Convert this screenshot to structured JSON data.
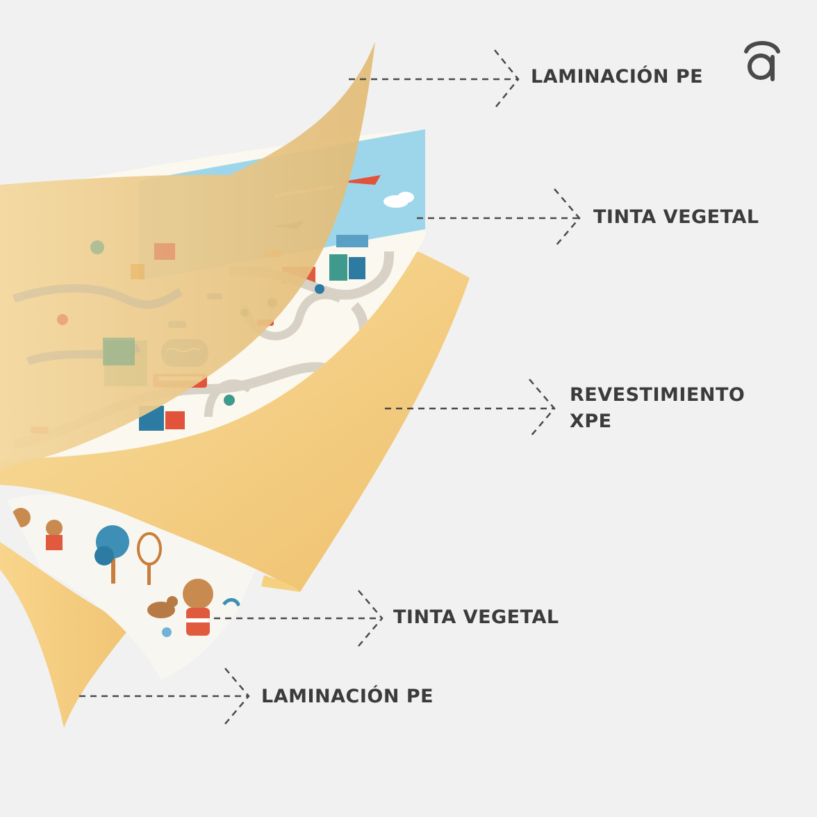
{
  "labels": {
    "top_lamination": "LAMINACIÓN PE",
    "top_ink": "TINTA VEGETAL",
    "coating_line1": "REVESTIMIENTO",
    "coating_line2": "XPE",
    "bottom_ink": "TINTA VEGETAL",
    "bottom_lamination": "LAMINACIÓN PE"
  },
  "icons": {
    "logo": "letter-a-logo-icon",
    "arrow": "dashed-chevron-arrow-icon"
  },
  "colors": {
    "background": "#f1f1f1",
    "label_text": "#3b3b3b",
    "arrow": "#4a4a4a",
    "lamination": "#e2bd7c",
    "foam": "#f6d28a",
    "sky": "#9dd6ea",
    "map_base": "#fbf8ef",
    "road": "#d7d1c6"
  }
}
